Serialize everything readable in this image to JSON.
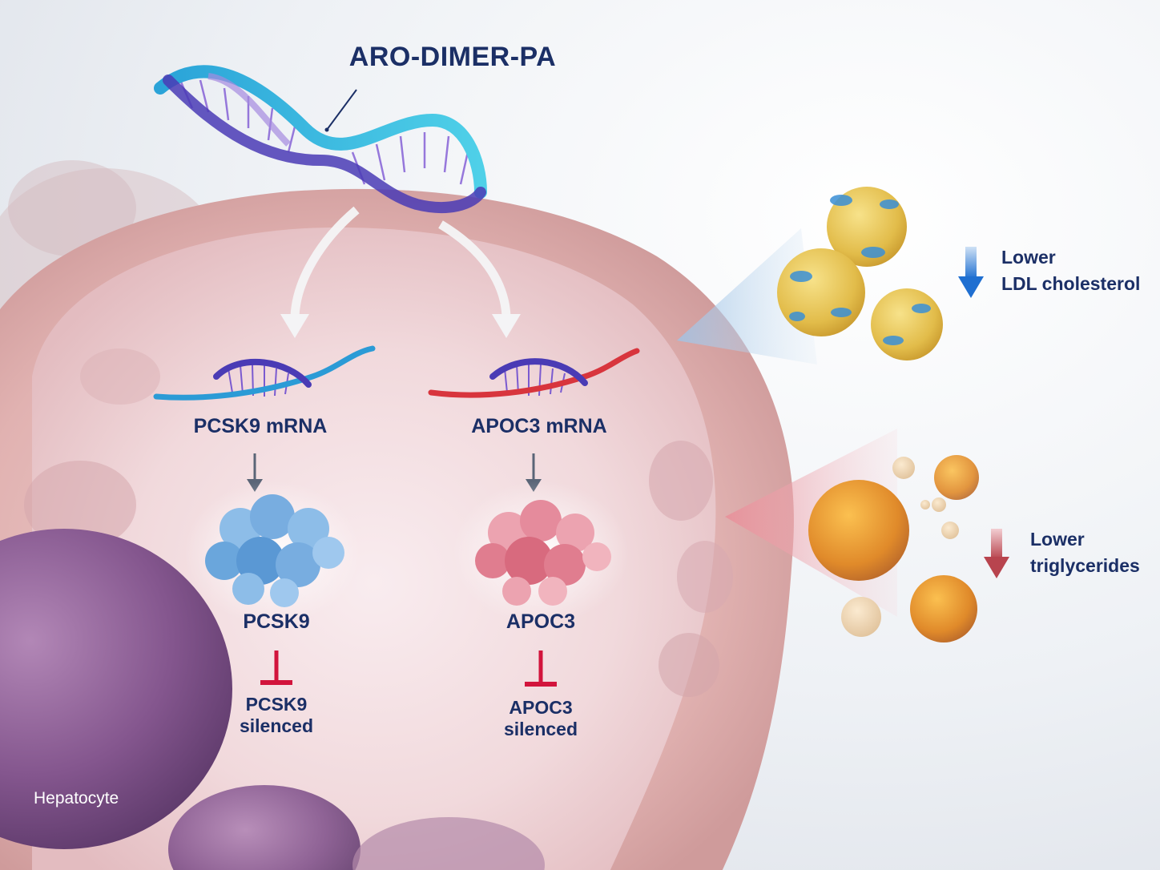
{
  "title": "ARO-DIMER-PA",
  "targets": [
    {
      "mrna": "PCSK9 mRNA",
      "protein": "PCSK9",
      "silenced_line1": "PCSK9",
      "silenced_line2": "silenced"
    },
    {
      "mrna": "APOC3 mRNA",
      "protein": "APOC3",
      "silenced_line1": "APOC3",
      "silenced_line2": "silenced"
    }
  ],
  "effects": {
    "ldl": {
      "line1": "Lower",
      "line2": "LDL cholesterol",
      "arrow_color": "#1f6fd1"
    },
    "tg": {
      "line1": "Lower",
      "line2": "triglycerides",
      "arrow_color": "#b8444e"
    }
  },
  "cell_label": "Hepatocyte",
  "colors": {
    "label_navy": "#1b2f66",
    "inhibit_red": "#d2143c",
    "pcsk9_blue": "#6aa6dc",
    "apoc3_pink": "#e07d8f",
    "cell_pink": "#d9a3a6",
    "nucleus_purple": "#8a5c92"
  }
}
